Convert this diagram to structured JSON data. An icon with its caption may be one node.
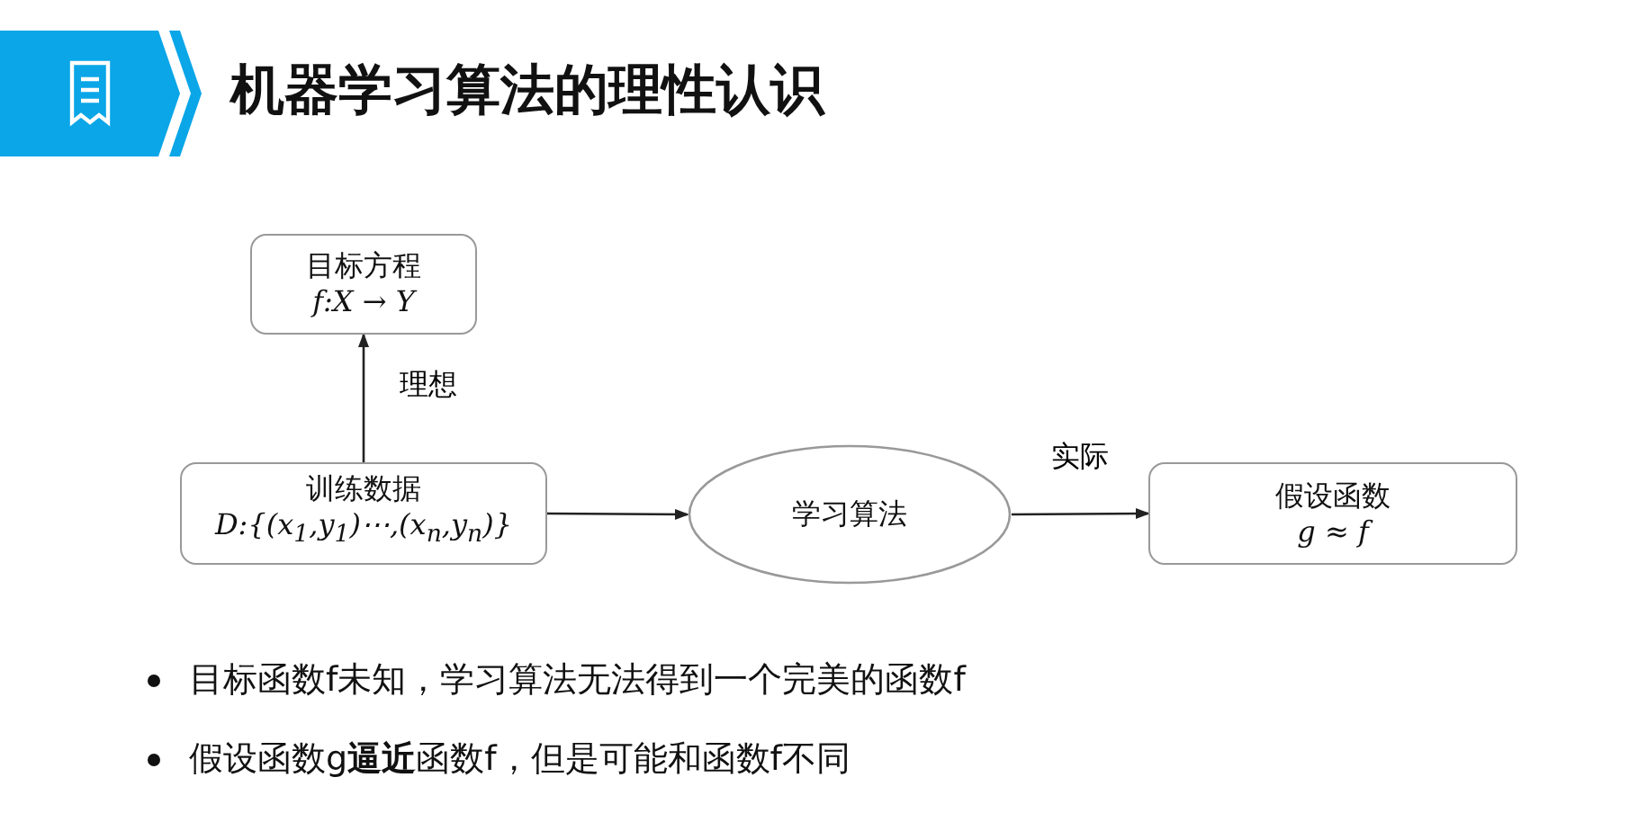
{
  "diagram": {
    "title": "机器学习算法的理性认识",
    "nodes": [
      {
        "text": [
          "目标方程",
          "f:X  → Y"
        ]
      },
      {
        "text": [
          "训练数据",
          "D:{(x$_{1}$,y$_{1}$)⋯,(x$_{n}$,y$_{n}$)}"
        ]
      },
      {
        "text": [
          "学习算法"
        ]
      },
      {
        "text": [
          "假设函数",
          "g ≈ f"
        ]
      }
    ],
    "edges": [
      {
        "from": 1,
        "to": 0,
        "arrow": "to",
        "label": "理想"
      },
      {
        "from": 1,
        "to": 2,
        "arrow": "to"
      },
      {
        "from": 2,
        "to": 3,
        "arrow": "to",
        "label": "实际"
      }
    ],
    "labels": [
      "目标函数f未知，学习算法无法得到一个完美的函数f",
      "假设函数g**逼近**函数f，但是可能和函数f不同"
    ]
  }
}
